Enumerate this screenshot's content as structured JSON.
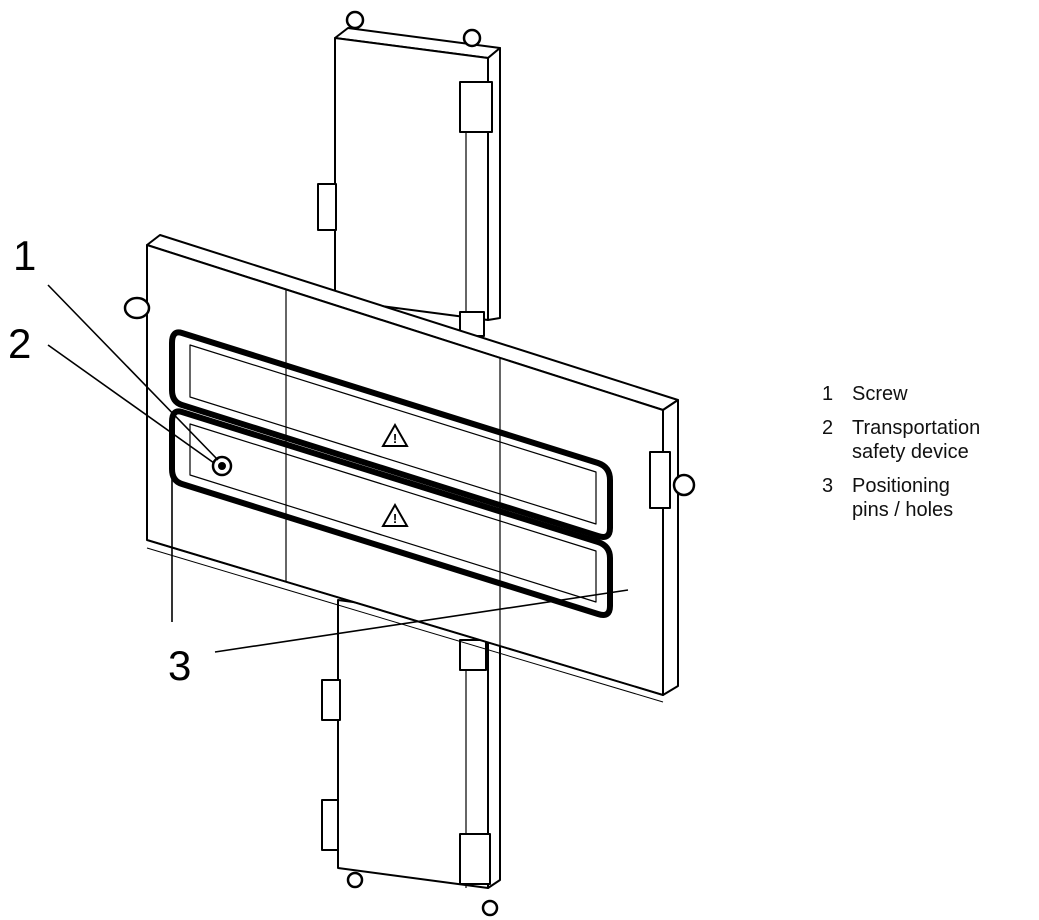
{
  "callouts": {
    "c1": "1",
    "c2": "2",
    "c3": "3"
  },
  "legend": [
    {
      "number": "1",
      "text": "Screw"
    },
    {
      "number": "2",
      "text": "Transportation\nsafety device"
    },
    {
      "number": "3",
      "text": "Positioning\npins / holes"
    }
  ],
  "warning_symbol": "!"
}
